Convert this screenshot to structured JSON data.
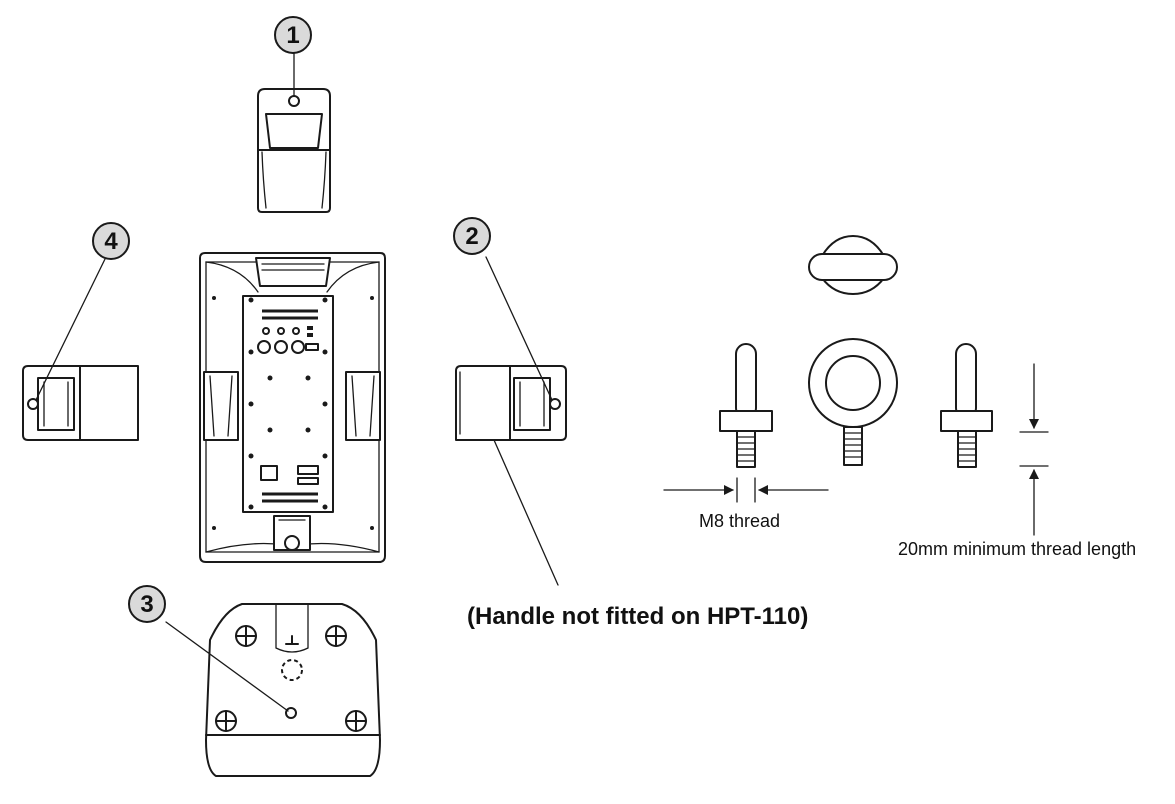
{
  "callouts": [
    {
      "id": "1",
      "label": "1"
    },
    {
      "id": "2",
      "label": "2"
    },
    {
      "id": "3",
      "label": "3"
    },
    {
      "id": "4",
      "label": "4"
    }
  ],
  "annotations": {
    "handle_note": "(Handle not fitted on HPT-110)",
    "m8_thread": "M8 thread",
    "thread_length": "20mm minimum thread length"
  },
  "colors": {
    "line": "#1a1a1a",
    "callout_fill": "#dadada",
    "background": "#ffffff"
  }
}
